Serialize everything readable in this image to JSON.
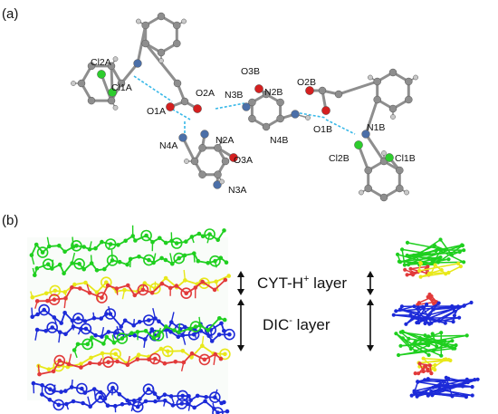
{
  "panels": {
    "a": {
      "label": "(a)"
    },
    "b": {
      "label": "(b)"
    }
  },
  "atom_labels": {
    "cl2a": "Cl2A",
    "cl1a": "Cl1A",
    "o1a": "O1A",
    "o2a": "O2A",
    "n3b": "N3B",
    "o3b": "O3B",
    "n2b": "N2B",
    "o2b": "O2B",
    "n4a": "N4A",
    "n2a": "N2A",
    "n4b": "N4B",
    "o1b": "O1B",
    "n1b": "N1B",
    "o3a": "O3A",
    "cl2b": "Cl2B",
    "cl1b": "Cl1B",
    "n3a": "N3A"
  },
  "layers": {
    "cyt": {
      "text": "CYT-H",
      "sup": "+",
      "suffix": " layer"
    },
    "dic": {
      "text": "DIC",
      "sup": "-",
      "suffix": " layer"
    }
  },
  "colors": {
    "carbon": "#8e8e8e",
    "hydrogen": "#c9c9c9",
    "oxygen": "#d42020",
    "nitrogen": "#4b6fa8",
    "chlorine": "#2dcc2d",
    "hbond": "#38b8e8",
    "green_layer": "#1fcf1f",
    "red_layer": "#e23a3a",
    "yellow_layer": "#e8e81a",
    "blue_layer": "#1c2ad8"
  }
}
